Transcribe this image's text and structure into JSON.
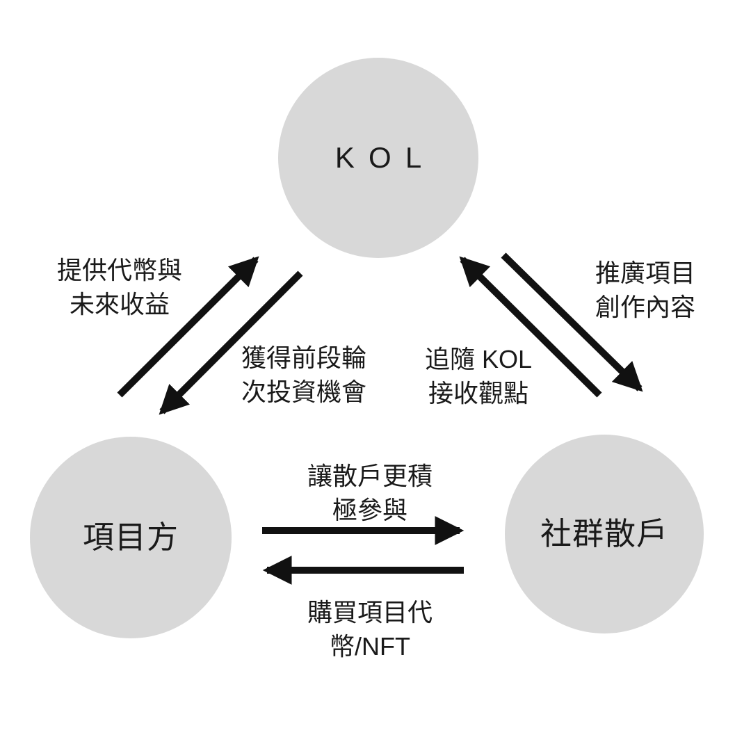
{
  "diagram": {
    "colors": {
      "background": "#ffffff",
      "node_fill": "#d8d8d8",
      "text_color": "#1a1a1a",
      "arrow_color": "#111111"
    },
    "nodes": {
      "kol": {
        "label": "KOL"
      },
      "project": {
        "label": "項目方"
      },
      "community": {
        "label": "社群散戶"
      }
    },
    "edges": {
      "project_to_kol": {
        "label": "提供代幣與\n未來收益"
      },
      "kol_to_project": {
        "label": "獲得前段輪\n次投資機會"
      },
      "kol_to_community": {
        "label": "推廣項目\n創作內容"
      },
      "community_to_kol": {
        "label": "追隨 KOL\n接收觀點"
      },
      "project_to_community": {
        "label": "讓散戶更積\n極參與"
      },
      "community_to_project": {
        "label": "購買項目代\n幣/NFT"
      }
    }
  }
}
